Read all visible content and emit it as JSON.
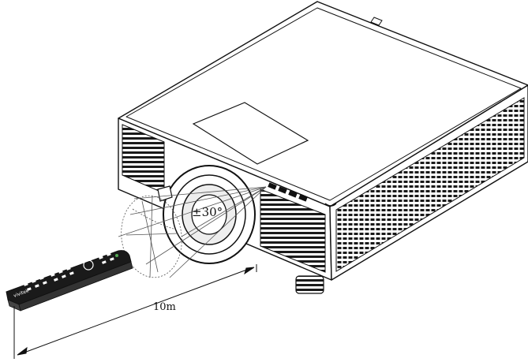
{
  "figure": {
    "angle_label": "±30°",
    "distance_label": "10m",
    "remote_brand": "vivitek"
  }
}
